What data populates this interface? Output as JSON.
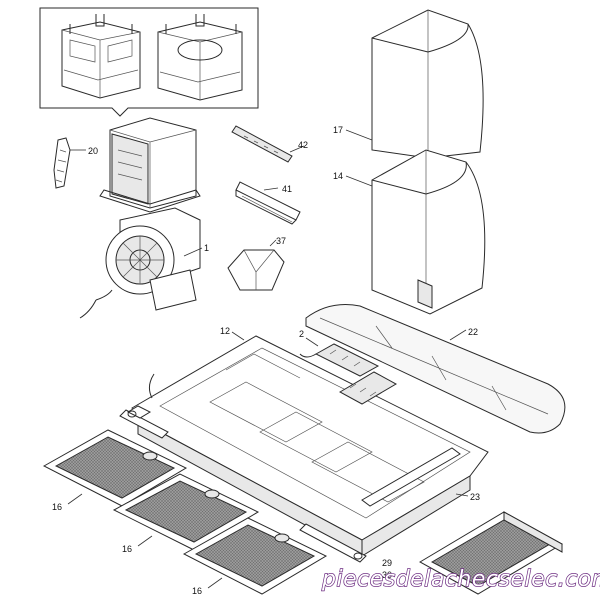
{
  "labels": {
    "p20": "20",
    "p42": "42",
    "p41": "41",
    "p1": "1",
    "p37": "37",
    "p17": "17",
    "p14": "14",
    "p12": "12",
    "p2": "2",
    "p22": "22",
    "p23": "23",
    "p16a": "16",
    "p16b": "16",
    "p16c": "16",
    "p29": "29",
    "p30": "30"
  },
  "watermark": "piecesdelachecselec.com",
  "colors": {
    "watermark_fill": "#ffffff",
    "watermark_stroke": "#6b2a80",
    "line": "#2a2a2a"
  }
}
